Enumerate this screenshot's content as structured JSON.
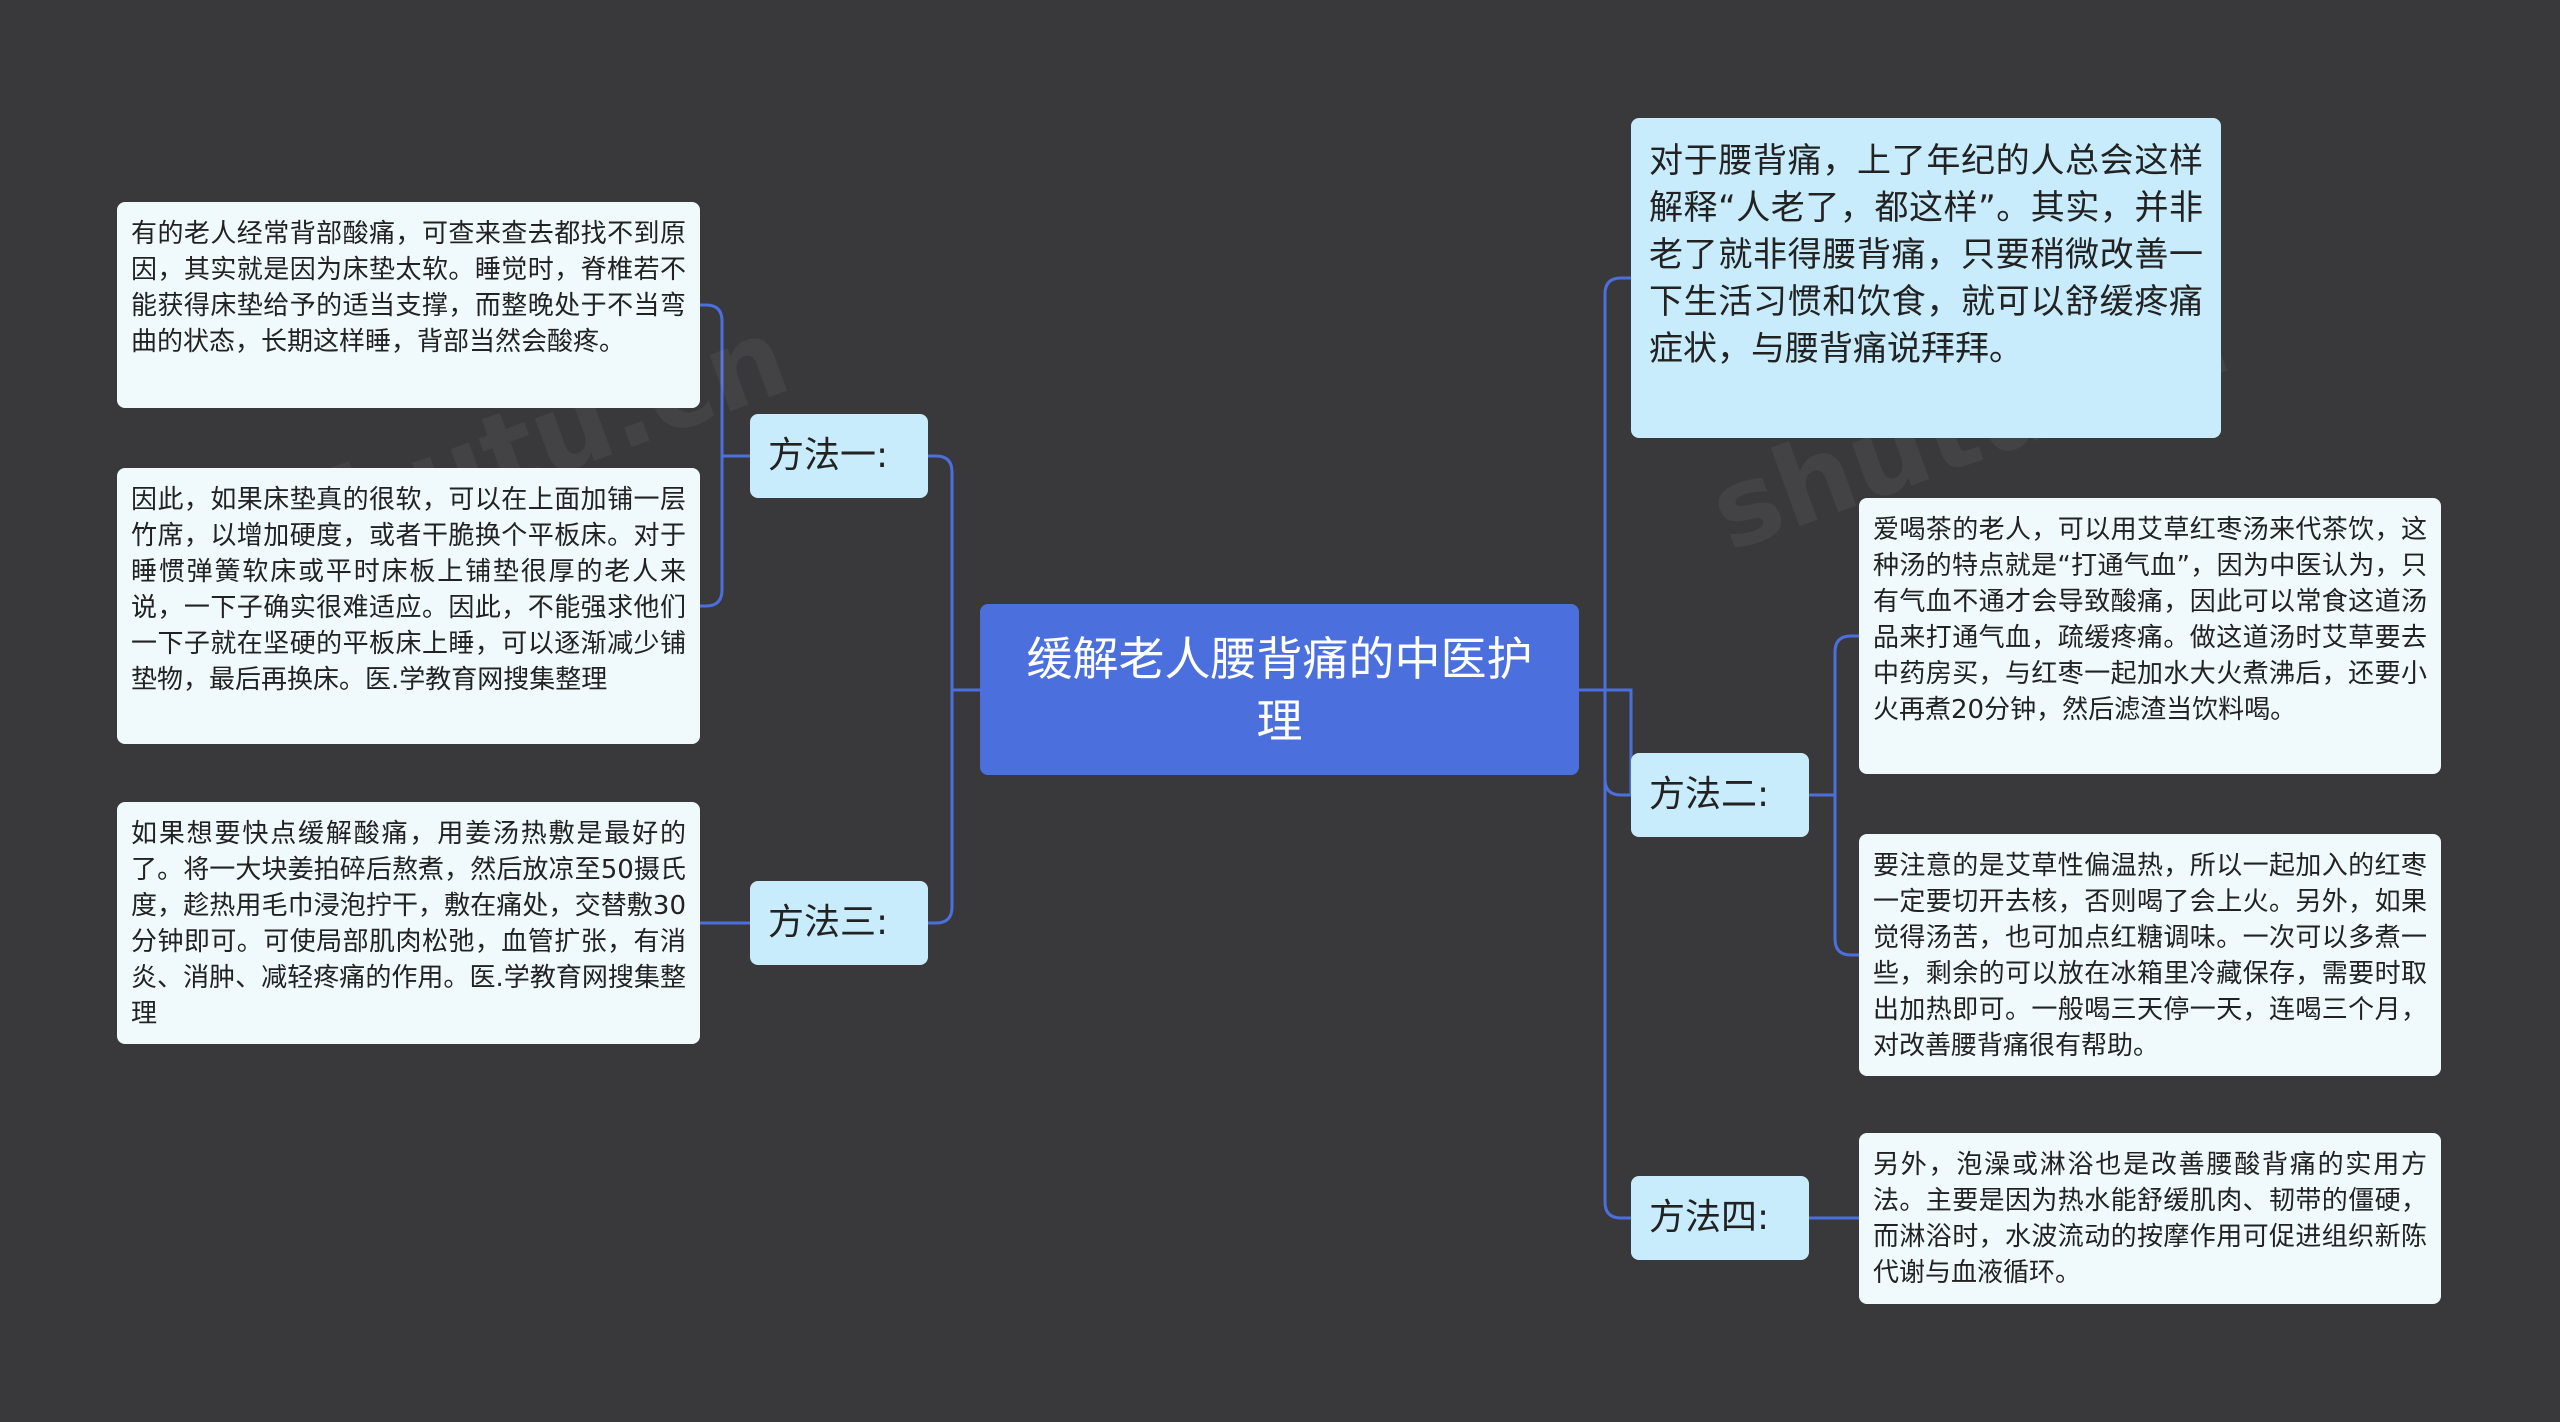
{
  "root": {
    "title": "缓解老人腰背痛的中医护理"
  },
  "branches": [
    {
      "label": "方法一:"
    },
    {
      "label": "方法二:"
    },
    {
      "label": "方法三:"
    },
    {
      "label": "方法四:"
    }
  ],
  "intro": "对于腰背痛，上了年纪的人总会这样解释“人老了，都这样”。其实，并非老了就非得腰背痛，只要稍微改善一下生活习惯和饮食，就可以舒缓疼痛症状，与腰背痛说拜拜。",
  "method1": [
    "有的老人经常背部酸痛，可查来查去都找不到原因，其实就是因为床垫太软。睡觉时，脊椎若不能获得床垫给予的适当支撑，而整晚处于不当弯曲的状态，长期这样睡，背部当然会酸疼。",
    "因此，如果床垫真的很软，可以在上面加铺一层竹席，以增加硬度，或者干脆换个平板床。对于睡惯弹簧软床或平时床板上铺垫很厚的老人来说，一下子确实很难适应。因此，不能强求他们一下子就在坚硬的平板床上睡，可以逐渐减少铺垫物，最后再换床。医.学教育网搜集整理"
  ],
  "method2": [
    "爱喝茶的老人，可以用艾草红枣汤来代茶饮，这种汤的特点就是“打通气血”，因为中医认为，只有气血不通才会导致酸痛，因此可以常食这道汤品来打通气血，疏缓疼痛。做这道汤时艾草要去中药房买，与红枣一起加水大火煮沸后，还要小火再煮20分钟，然后滤渣当饮料喝。",
    "要注意的是艾草性偏温热，所以一起加入的红枣一定要切开去核，否则喝了会上火。另外，如果觉得汤苦，也可加点红糖调味。一次可以多煮一些，剩余的可以放在冰箱里冷藏保存，需要时取出加热即可。一般喝三天停一天，连喝三个月，对改善腰背痛很有帮助。"
  ],
  "method3": [
    "如果想要快点缓解酸痛，用姜汤热敷是最好的了。将一大块姜拍碎后熬煮，然后放凉至50摄氏度，趁热用毛巾浸泡拧干，敷在痛处，交替敷30分钟即可。可使局部肌肉松弛，血管扩张，有消炎、消肿、减轻疼痛的作用。医.学教育网搜集整理"
  ],
  "method4": [
    "另外，泡澡或淋浴也是改善腰酸背痛的实用方法。主要是因为热水能舒缓肌肉、韧带的僵硬，而淋浴时，水波流动的按摩作用可促进组织新陈代谢与血液循环。"
  ],
  "colors": {
    "background": "#39393b",
    "root": "#4b6fdc",
    "branch": "#c8ecfb",
    "leaf": "#f0f9fc",
    "connector": "#4b6fdc"
  }
}
